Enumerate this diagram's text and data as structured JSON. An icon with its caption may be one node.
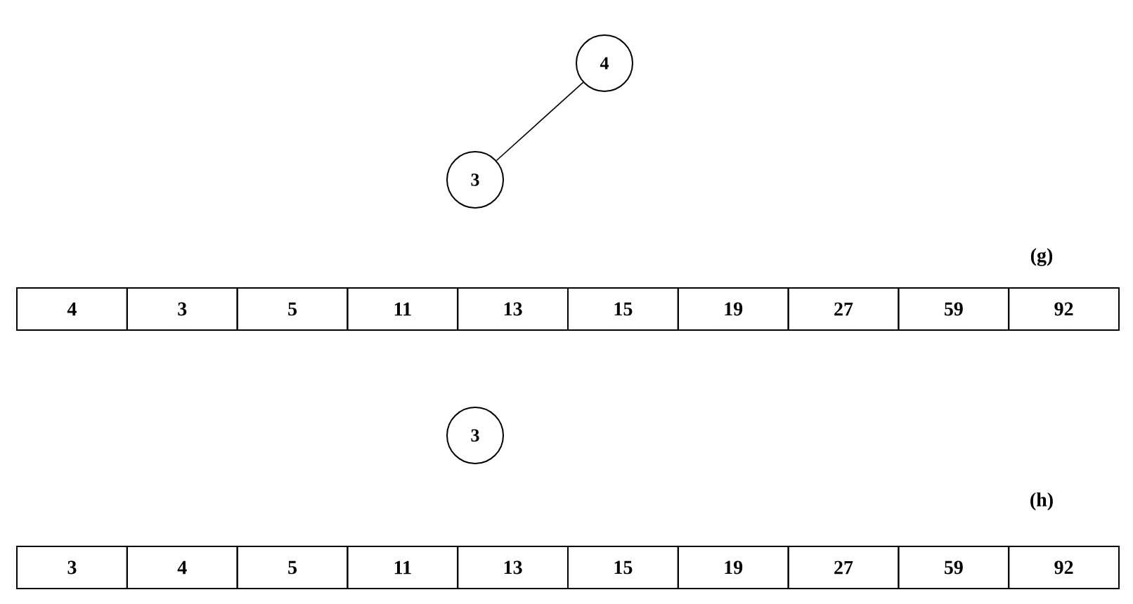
{
  "diagram": {
    "nodes": [
      {
        "text": [
          "4"
        ]
      },
      {
        "text": [
          "3"
        ]
      },
      {
        "text": [
          "4"
        ]
      },
      {
        "text": [
          "3"
        ]
      },
      {
        "text": [
          "5"
        ]
      },
      {
        "text": [
          "11"
        ]
      },
      {
        "text": [
          "13"
        ]
      },
      {
        "text": [
          "15"
        ]
      },
      {
        "text": [
          "19"
        ]
      },
      {
        "text": [
          "27"
        ]
      },
      {
        "text": [
          "59"
        ]
      },
      {
        "text": [
          "92"
        ]
      },
      {
        "text": [
          "3"
        ]
      },
      {
        "text": [
          "3"
        ]
      },
      {
        "text": [
          "4"
        ]
      },
      {
        "text": [
          "5"
        ]
      },
      {
        "text": [
          "11"
        ]
      },
      {
        "text": [
          "13"
        ]
      },
      {
        "text": [
          "15"
        ]
      },
      {
        "text": [
          "19"
        ]
      },
      {
        "text": [
          "27"
        ]
      },
      {
        "text": [
          "59"
        ]
      },
      {
        "text": [
          "92"
        ]
      }
    ],
    "edges": [
      {
        "from": 0,
        "to": 1,
        "arrow": "none"
      }
    ],
    "labels": [
      "(g)",
      "(h)"
    ]
  }
}
